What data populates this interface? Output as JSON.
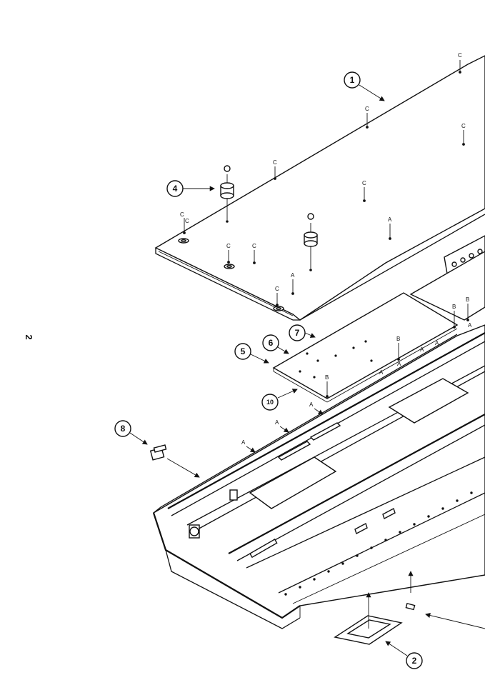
{
  "page_number": "2",
  "callouts": [
    {
      "id": "1",
      "label": "1"
    },
    {
      "id": "2",
      "label": "2"
    },
    {
      "id": "4",
      "label": "4"
    },
    {
      "id": "5",
      "label": "5"
    },
    {
      "id": "6",
      "label": "6"
    },
    {
      "id": "7",
      "label": "7"
    },
    {
      "id": "8",
      "label": "8"
    },
    {
      "id": "10",
      "label": "10"
    }
  ],
  "screw_labels": {
    "a": "A",
    "b": "B",
    "c": "C"
  },
  "colors": {
    "ink": "#111111",
    "paper": "#ffffff"
  }
}
